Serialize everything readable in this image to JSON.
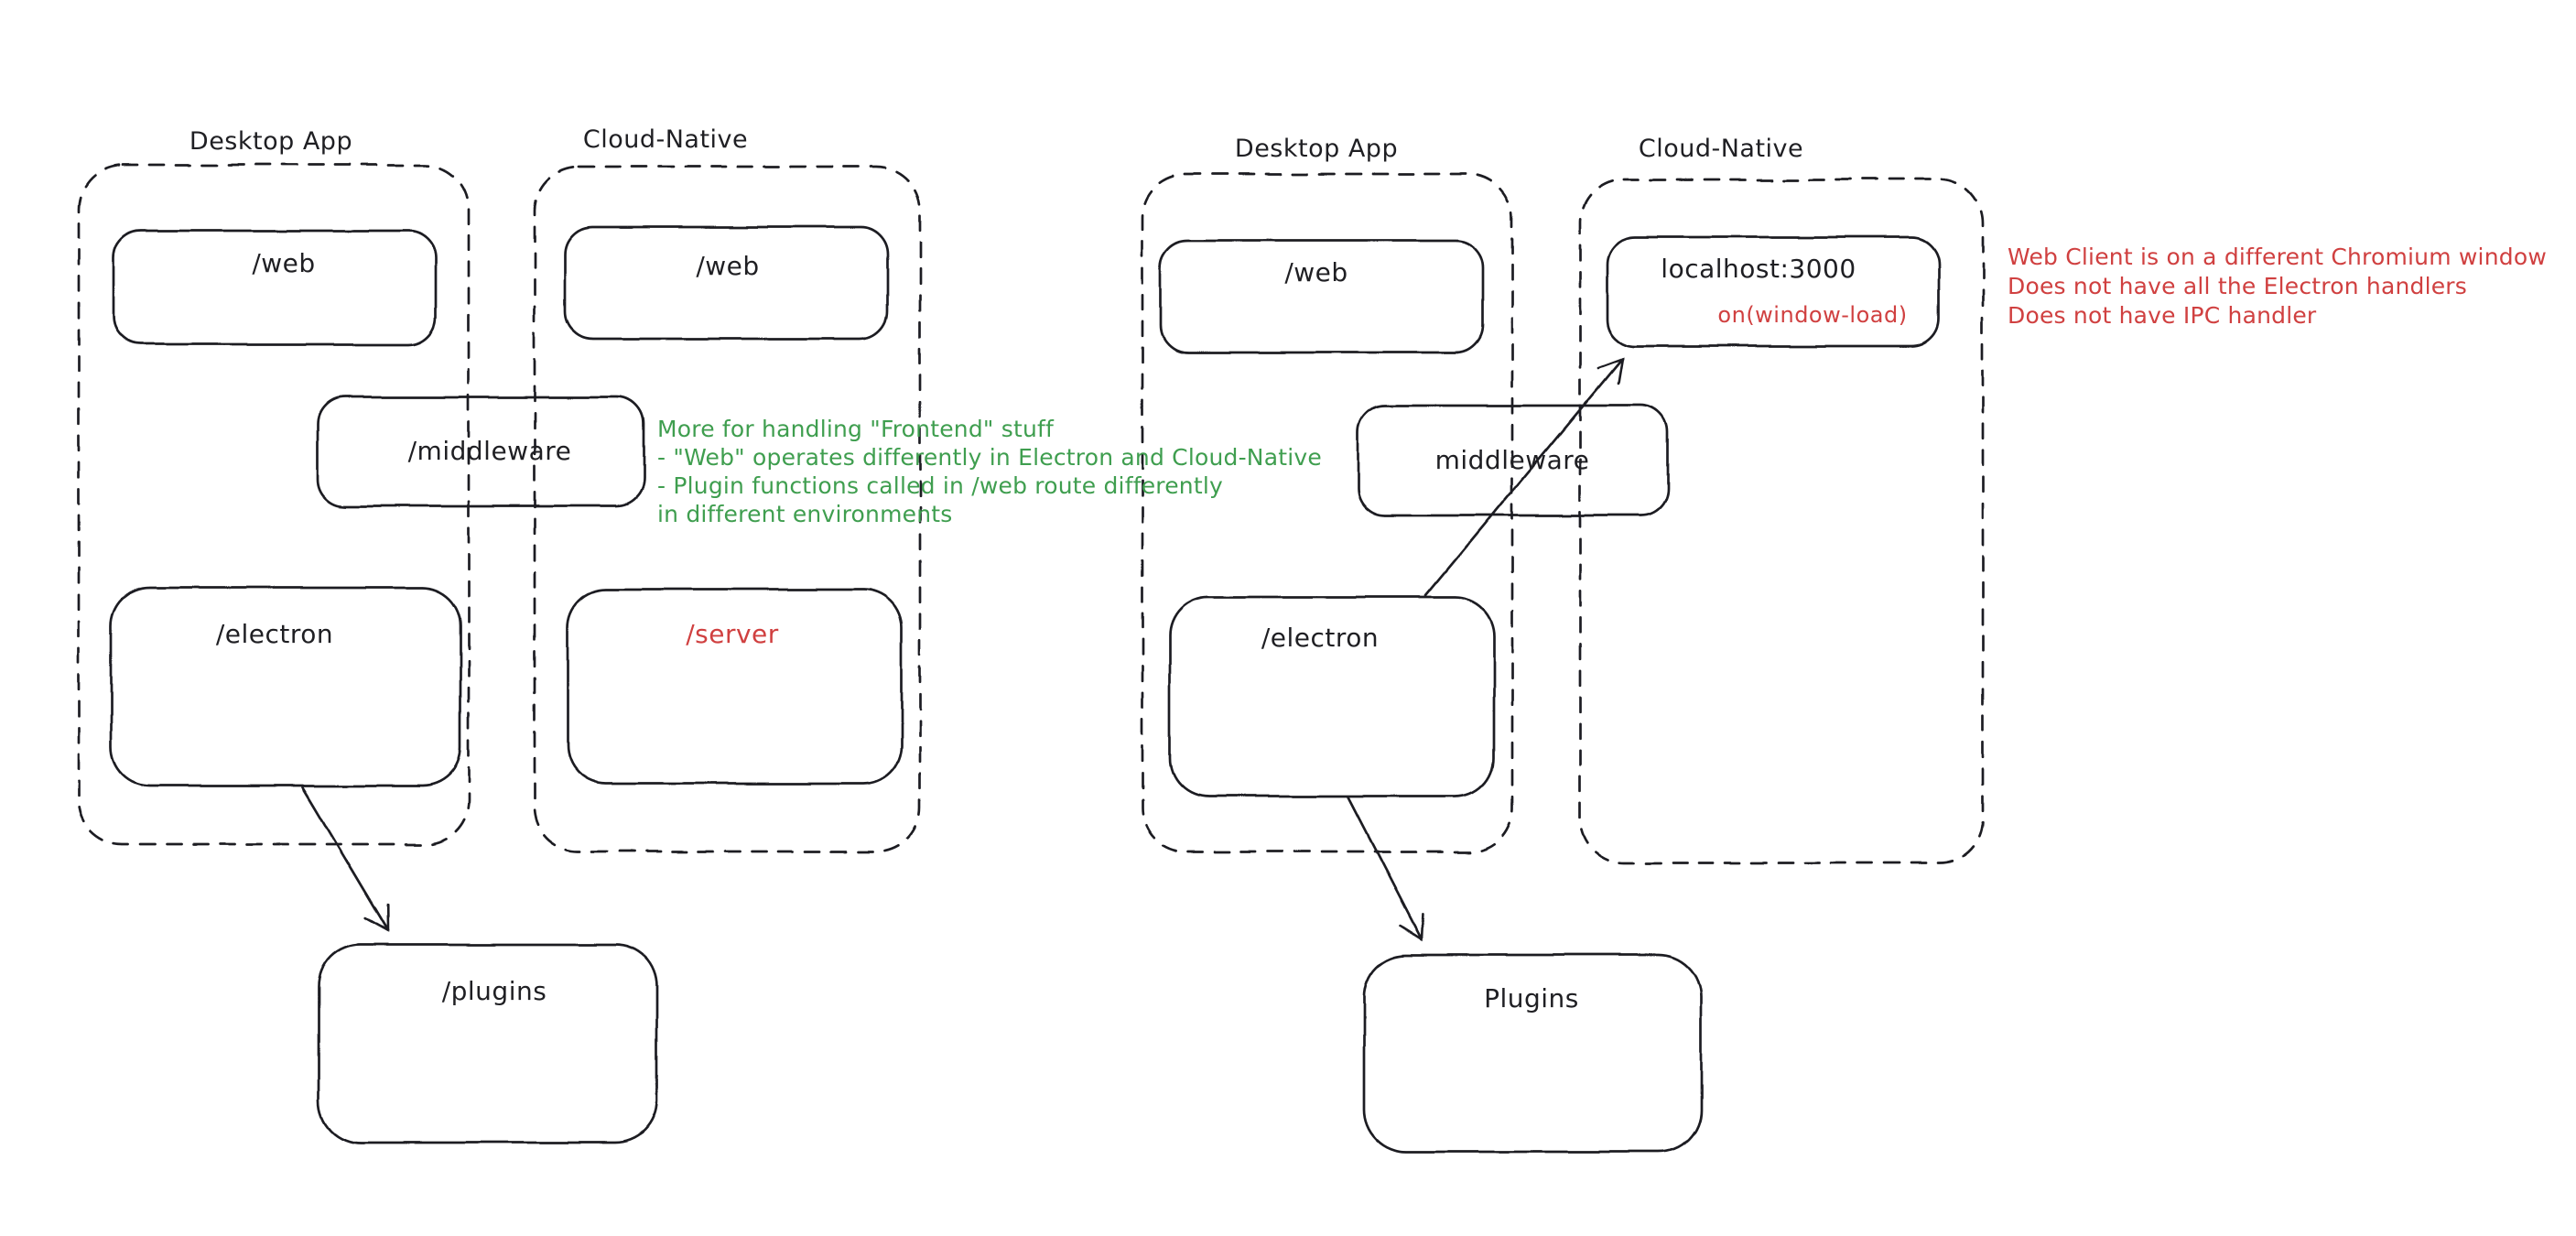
{
  "colors": {
    "stroke": "#1f1f23",
    "green": "#3f9e4f",
    "red": "#d04040",
    "background": "#ffffff"
  },
  "left": {
    "desktop_label": "Desktop App",
    "cloud_label": "Cloud-Native",
    "web_desktop": "/web",
    "web_cloud": "/web",
    "middleware": "/middleware",
    "electron": "/electron",
    "server": "/server",
    "plugins": "/plugins",
    "green_note": [
      "More for handling \"Frontend\" stuff",
      "- \"Web\" operates differently in Electron and Cloud-Native",
      "- Plugin functions called in /web route differently",
      "in different environments"
    ]
  },
  "right": {
    "desktop_label": "Desktop App",
    "cloud_label": "Cloud-Native",
    "web": "/web",
    "localhost_title": "localhost:3000",
    "localhost_annotation": "on(window-load)",
    "middleware": "middleware",
    "electron": "/electron",
    "plugins": "Plugins",
    "red_note": [
      "Web Client is on a different Chromium window",
      "Does not have all the Electron handlers",
      "Does not have IPC handler"
    ]
  }
}
